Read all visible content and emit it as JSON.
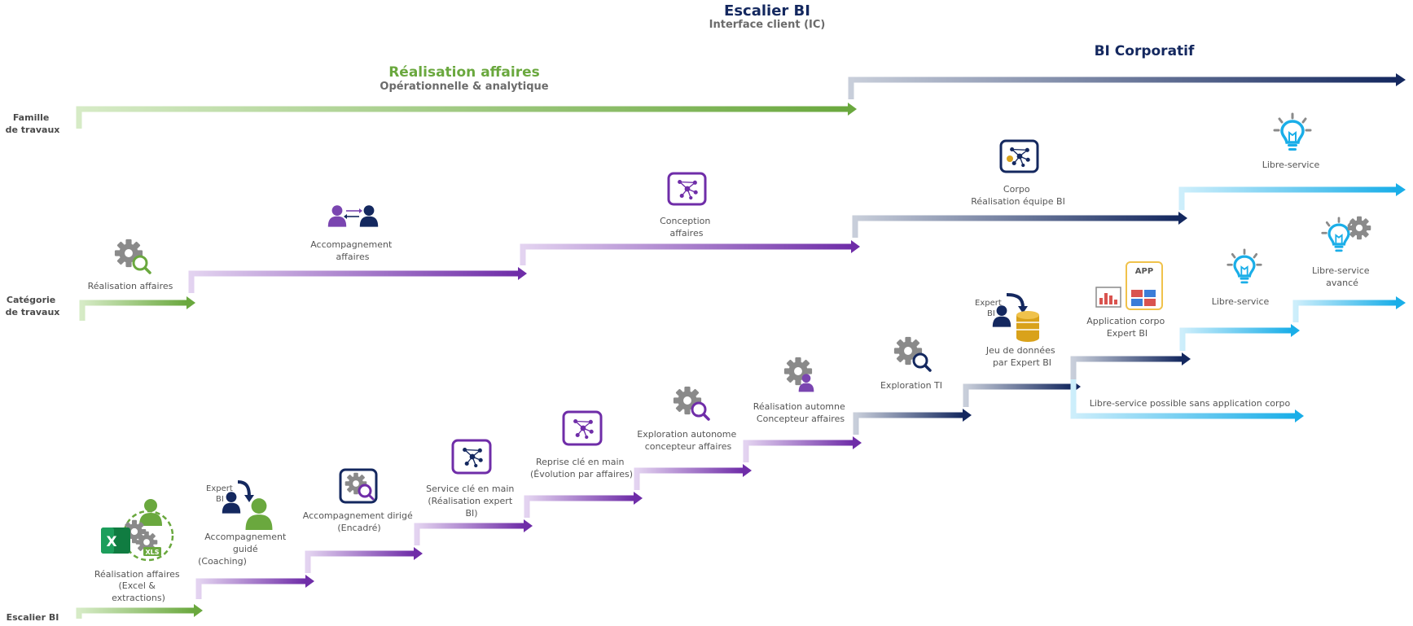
{
  "header": {
    "title": "Escalier BI",
    "subtitle": "Interface client (IC)"
  },
  "families": {
    "business": {
      "title": "Réalisation affaires",
      "subtitle": "Opérationnelle & analytique"
    },
    "corporate": {
      "title": "BI Corporatif"
    }
  },
  "row_labels": {
    "famille": [
      "Famille",
      "de travaux"
    ],
    "categorie": [
      "Catégorie",
      "de travaux"
    ],
    "escalier": "Escalier BI"
  },
  "categories": {
    "realisation": [
      "Réalisation affaires"
    ],
    "accompagnement": [
      "Accompagnement",
      "affaires"
    ],
    "conception": [
      "Conception",
      "affaires"
    ],
    "corpo": [
      "Corpo",
      "Réalisation équipe BI"
    ],
    "libre_service": [
      "Libre-service"
    ],
    "libre_service_avance": [
      "Libre-service",
      "avancé"
    ]
  },
  "steps": {
    "excel": [
      "Réalisation affaires",
      "(Excel &",
      "extractions)"
    ],
    "guide": [
      "Accompagnement",
      "guidé",
      "(Coaching)"
    ],
    "dirige": [
      "Accompagnement dirigé",
      "(Encadré)"
    ],
    "cle_en_main": [
      "Service clé en main",
      "(Réalisation expert",
      "BI)"
    ],
    "reprise": [
      "Reprise clé en main",
      "(Évolution par affaires)"
    ],
    "exploration_autonome": [
      "Exploration autonome",
      "concepteur affaires"
    ],
    "automne": [
      "Réalisation automne",
      "Concepteur affaires"
    ],
    "exploration_ti": [
      "Exploration TI"
    ],
    "jeu_donnees": [
      "Jeu de données",
      "par Expert BI"
    ],
    "app_corpo": [
      "Application corpo",
      "Expert BI"
    ],
    "libre_service": [
      "Libre-service"
    ],
    "possible_sans": [
      "Libre-service possible sans application corpo"
    ]
  },
  "badges": {
    "expert_bi": [
      "Expert",
      "BI"
    ],
    "app": "APP",
    "xls": "XLS",
    "excel_letter": "X"
  },
  "colors": {
    "navy": "#14285f",
    "green": "#6aa83e",
    "purple": "#6f2da8",
    "sky": "#1aaee8",
    "gold": "#d9a21b",
    "gear": "#8a8a8a"
  }
}
